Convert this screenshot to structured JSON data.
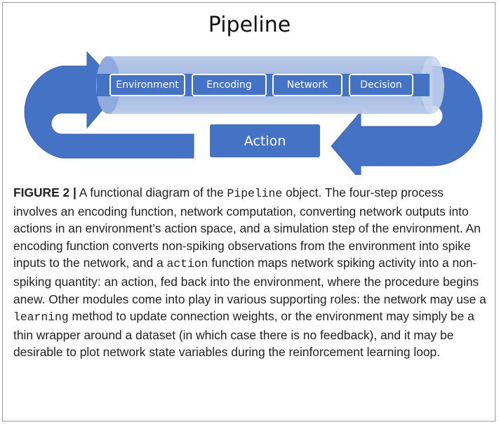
{
  "diagram": {
    "title": "Pipeline",
    "stages": [
      "Environment",
      "Encoding",
      "Network",
      "Decision"
    ],
    "feedback": "Action",
    "colors": {
      "arrow": "#4472c4",
      "tube": "#8faadc",
      "box": "#4472c4"
    }
  },
  "caption": {
    "label": "FIGURE 2 |",
    "t1": " A functional diagram of the ",
    "code1": "Pipeline",
    "t2": " object. The four-step process involves an encoding function, network computation, converting network outputs into actions in an environment’s action space, and a simulation step of the environment. An encoding function converts non-spiking observations from the environment into spike inputs to the network, and a ",
    "code2": "action",
    "t3": " function maps network spiking activity into a non-spiking quantity: an action, fed back into the environment, where the procedure begins anew. Other modules come into play in various supporting roles: the network may use a ",
    "code3": "learning",
    "t4": " method to update connection weights, or the environment may simply be a thin wrapper around a dataset (in which case there is no feedback), and it may be desirable to plot network state variables during the reinforcement learning loop."
  }
}
